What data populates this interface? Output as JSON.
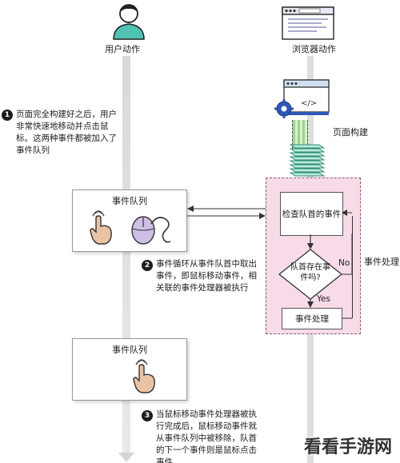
{
  "headers": {
    "user": "用户动作",
    "browser": "浏览器动作"
  },
  "browser_inner_label": "</>",
  "page_build_label": "页面构建",
  "step1": {
    "num": "1",
    "text": "页面完全构建好之后，用户非常快速地移动并点击鼠标。这两种事件都被加入了事件队列"
  },
  "queue_top": {
    "title": "事件队列"
  },
  "step2": {
    "num": "2",
    "text": "事件循环从事件队首中取出事件，即鼠标移动事件，相关联的事件处理器被执行"
  },
  "queue_bottom": {
    "title": "事件队列"
  },
  "step3": {
    "num": "3",
    "text": "当鼠标移动事件处理器被执行完成后，鼠标移动事件就从事件队列中被移除，队首的下一个事件则是鼠标点击事件"
  },
  "flow": {
    "check_queue": "检查队首的事件",
    "exists_question": "队首存在事件吗?",
    "no": "No",
    "yes": "Yes",
    "process_event": "事件处理",
    "region_label": "事件处理"
  },
  "watermark": "看看手游网",
  "colors": {
    "avatar_teal": "#4fc2b4",
    "pink_region": "#f7dbe8",
    "mouse_purple": "#cdbfe6",
    "hand_skin": "#e9c3a6"
  }
}
